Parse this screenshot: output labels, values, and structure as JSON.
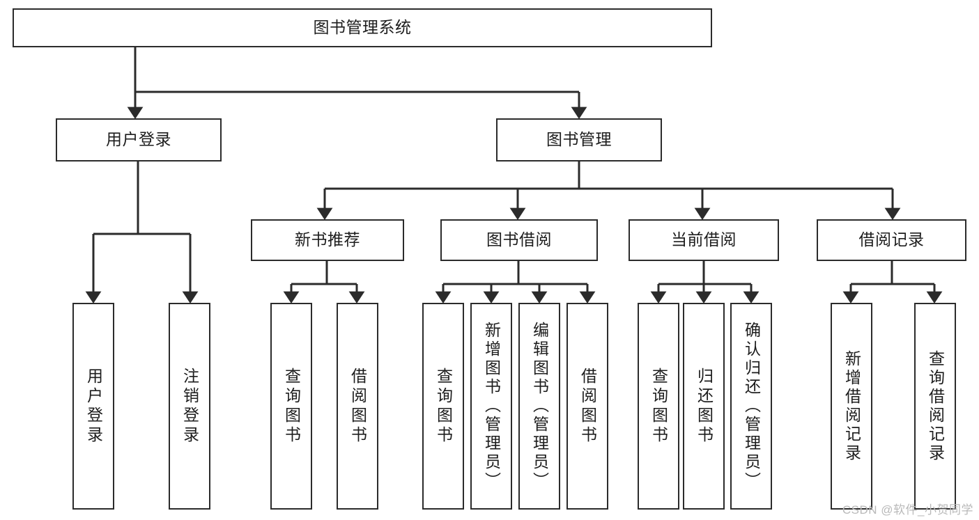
{
  "diagram": {
    "title": "图书管理系统",
    "type": "tree",
    "colors": {
      "stroke": "#2b2b2b",
      "fill": "#ffffff",
      "text": "#1d1d1d",
      "watermark": "#b9b9b9"
    },
    "root": {
      "label": "图书管理系统"
    },
    "level2": [
      {
        "label": "用户登录"
      },
      {
        "label": "图书管理"
      }
    ],
    "level3": [
      {
        "label": "新书推荐"
      },
      {
        "label": "图书借阅"
      },
      {
        "label": "当前借阅"
      },
      {
        "label": "借阅记录"
      }
    ],
    "leaves": [
      {
        "label": "用户登录",
        "parent": "用户登录"
      },
      {
        "label": "注销登录",
        "parent": "用户登录"
      },
      {
        "label": "查询图书",
        "parent": "新书推荐"
      },
      {
        "label": "借阅图书",
        "parent": "新书推荐"
      },
      {
        "label": "查询图书",
        "parent": "图书借阅"
      },
      {
        "label": "新增图书（管理员）",
        "parent": "图书借阅"
      },
      {
        "label": "编辑图书（管理员）",
        "parent": "图书借阅"
      },
      {
        "label": "借阅图书",
        "parent": "图书借阅"
      },
      {
        "label": "查询图书",
        "parent": "当前借阅"
      },
      {
        "label": "归还图书",
        "parent": "当前借阅"
      },
      {
        "label": "确认归还（管理员）",
        "parent": "当前借阅"
      },
      {
        "label": "新增借阅记录",
        "parent": "借阅记录"
      },
      {
        "label": "查询借阅记录",
        "parent": "借阅记录"
      }
    ]
  },
  "watermark": "CSDN @软件_小贺同学"
}
